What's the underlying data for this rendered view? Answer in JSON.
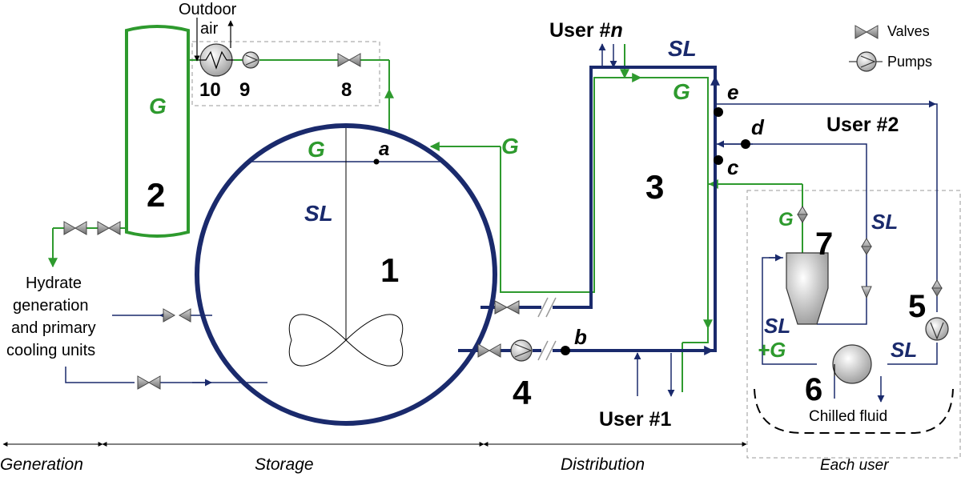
{
  "labels": {
    "n1": "1",
    "n2": "2",
    "n3": "3",
    "n4": "4",
    "n5": "5",
    "n6": "6",
    "n7": "7",
    "n8": "8",
    "n9": "9",
    "n10": "10",
    "g_tank2": "G",
    "g_tank1": "G",
    "g_pipe": "G",
    "g_loop": "G",
    "g_sep": "G",
    "sl_tank1": "SL",
    "sl_loop": "SL",
    "sl_right": "SL",
    "sl_g": "SL",
    "plus_g": "+G",
    "sl_hx": "SL",
    "pt_a": "a",
    "pt_b": "b",
    "pt_c": "c",
    "pt_d": "d",
    "pt_e": "e",
    "outdoor_1": "Outdoor",
    "outdoor_2": "air",
    "user_n_prefix": "User #",
    "user_n_suffix": "n",
    "user_2": "User #2",
    "user_1": "User #1",
    "hydrate_1": "Hydrate",
    "hydrate_2": "generation",
    "hydrate_3": "and primary",
    "hydrate_4": "cooling units",
    "chilled": "Chilled fluid"
  },
  "legend": {
    "valves": "Valves",
    "pumps": "Pumps"
  },
  "sections": {
    "generation": "Generation",
    "storage": "Storage",
    "distribution": "Distribution",
    "each_user": "Each user"
  },
  "colors": {
    "navy": "#1a2a6c",
    "green": "#2e9a2e",
    "gray": "#999999"
  }
}
